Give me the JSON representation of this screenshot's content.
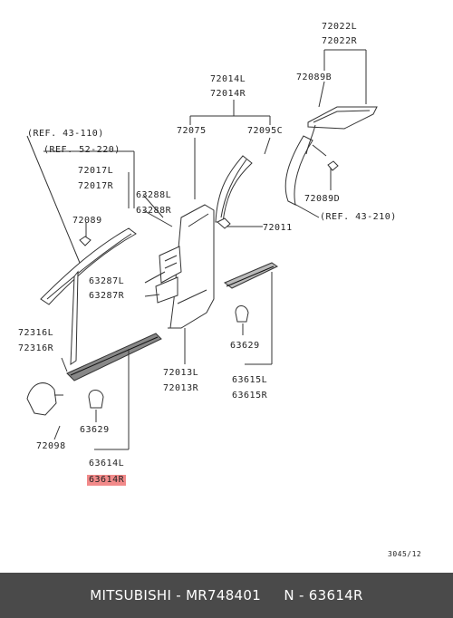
{
  "labels": {
    "p72022L": "72022L",
    "p72022R": "72022R",
    "p72089B": "72089B",
    "p72014L": "72014L",
    "p72014R": "72014R",
    "p72075": "72075",
    "p72095C": "72095C",
    "ref43_110": "(REF. 43-110)",
    "ref52_220": "(REF. 52-220)",
    "p72017L": "72017L",
    "p72017R": "72017R",
    "p72089_a": "72089",
    "p63288L": "63288L",
    "p63288R": "63288R",
    "p72089D": "72089D",
    "ref43_210": "(REF. 43-210)",
    "p72011": "72011",
    "p63287L": "63287L",
    "p63287R": "63287R",
    "p72316L": "72316L",
    "p72316R": "72316R",
    "p63629_a": "63629",
    "p72013L": "72013L",
    "p72013R": "72013R",
    "p63615L": "63615L",
    "p63615R": "63615R",
    "p72098": "72098",
    "p63629_b": "63629",
    "p63614L": "63614L",
    "p63614R": "63614R",
    "code": "3045/12"
  },
  "footer": {
    "text": "MITSUBISHI - MR748401     N - 63614R"
  },
  "colors": {
    "highlight": "#f28a8a",
    "footer_bg": "#4a4a4a",
    "line": "#333333"
  }
}
